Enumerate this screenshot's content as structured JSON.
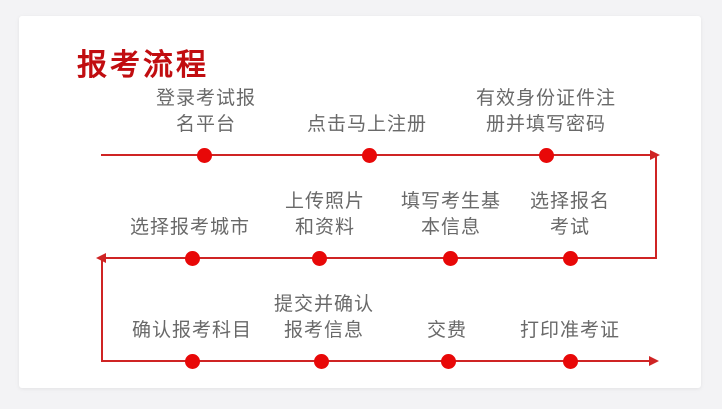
{
  "title": "报考流程",
  "colors": {
    "title": "#c10d10",
    "line": "#cf2424",
    "dot": "#e80808",
    "step_text": "#696969",
    "card_background": "#ffffff",
    "page_background": "#f3f3f5"
  },
  "flow": {
    "rows": [
      {
        "direction": "left-to-right",
        "steps": [
          {
            "label": [
              "登录考试报",
              "名平台"
            ]
          },
          {
            "label": [
              "点击马上注册"
            ]
          },
          {
            "label": [
              "有效身份证件注",
              "册并填写密码"
            ]
          }
        ]
      },
      {
        "direction": "right-to-left",
        "steps": [
          {
            "label": [
              "选择报考城市"
            ]
          },
          {
            "label": [
              "上传照片",
              "和资料"
            ]
          },
          {
            "label": [
              "填写考生基",
              "本信息"
            ]
          },
          {
            "label": [
              "选择报名",
              "考试"
            ]
          }
        ]
      },
      {
        "direction": "left-to-right",
        "steps": [
          {
            "label": [
              "确认报考科目"
            ]
          },
          {
            "label": [
              "提交并确认",
              "报考信息"
            ]
          },
          {
            "label": [
              "交费"
            ]
          },
          {
            "label": [
              "打印准考证"
            ]
          }
        ]
      }
    ]
  }
}
